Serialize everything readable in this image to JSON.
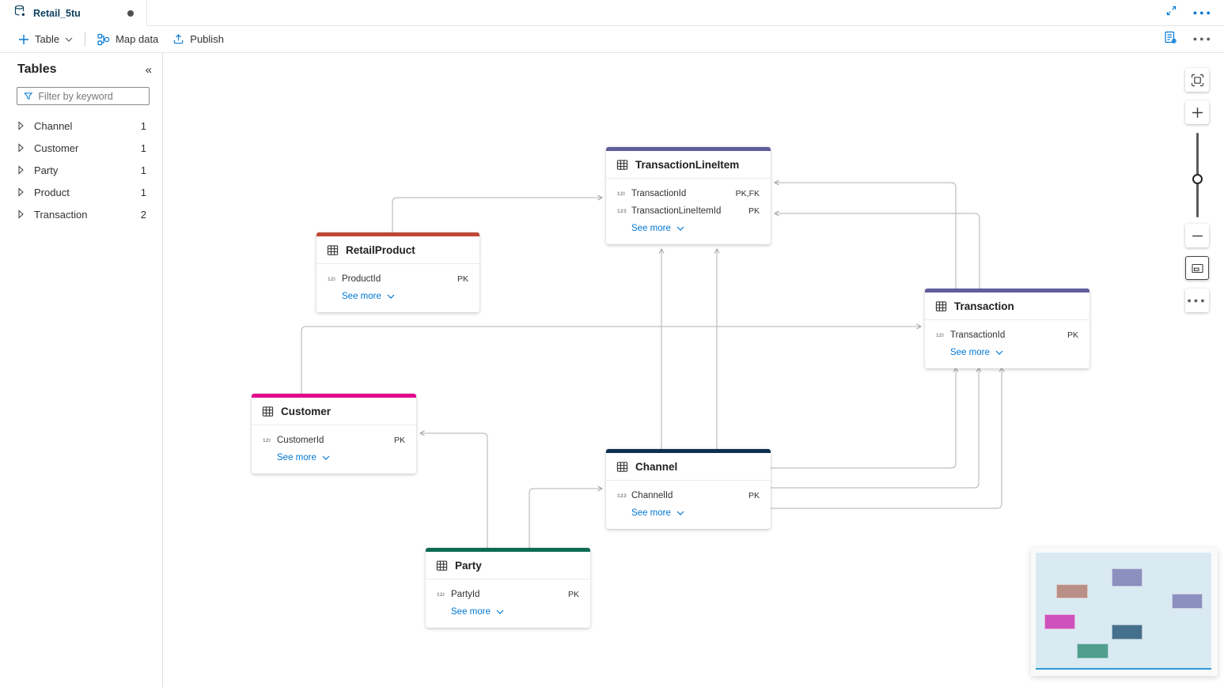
{
  "tab": {
    "title": "Retail_5tu",
    "modified": true
  },
  "toolbar": {
    "table": "Table",
    "map_data": "Map data",
    "publish": "Publish"
  },
  "sidebar": {
    "title": "Tables",
    "collapse_icon": "«",
    "filter_placeholder": "Filter by keyword",
    "items": [
      {
        "label": "Channel",
        "count": "1"
      },
      {
        "label": "Customer",
        "count": "1"
      },
      {
        "label": "Party",
        "count": "1"
      },
      {
        "label": "Product",
        "count": "1"
      },
      {
        "label": "Transaction",
        "count": "2"
      }
    ]
  },
  "canvas": {
    "nodes": [
      {
        "title": "TransactionLineItem",
        "accent": "#605e9c",
        "see_more": "See more",
        "fields": [
          {
            "type_icon": "12l",
            "name": "TransactionId",
            "key": "PK,FK"
          },
          {
            "type_icon": "123",
            "name": "TransactionLineItemId",
            "key": "PK"
          }
        ]
      },
      {
        "title": "RetailProduct",
        "accent": "#bf4734",
        "see_more": "See more",
        "fields": [
          {
            "type_icon": "12l",
            "name": "ProductId",
            "key": "PK"
          }
        ]
      },
      {
        "title": "Transaction",
        "accent": "#605e9c",
        "see_more": "See more",
        "fields": [
          {
            "type_icon": "12l",
            "name": "TransactionId",
            "key": "PK"
          }
        ]
      },
      {
        "title": "Customer",
        "accent": "#e3008c",
        "see_more": "See more",
        "fields": [
          {
            "type_icon": "12l",
            "name": "CustomerId",
            "key": "PK"
          }
        ]
      },
      {
        "title": "Channel",
        "accent": "#0c3050",
        "see_more": "See more",
        "fields": [
          {
            "type_icon": "123",
            "name": "ChannelId",
            "key": "PK"
          }
        ]
      },
      {
        "title": "Party",
        "accent": "#0e6b52",
        "see_more": "See more",
        "fields": [
          {
            "type_icon": "12l",
            "name": "PartyId",
            "key": "PK"
          }
        ]
      }
    ]
  },
  "minimap": {
    "background": "#d9eaf3",
    "viewport_color": "#2e9bd6",
    "nodes": [
      {
        "name": "TransactionLineItem",
        "color": "#8b90bf"
      },
      {
        "name": "RetailProduct",
        "color": "#b98f88"
      },
      {
        "name": "Transaction",
        "color": "#8b90bf"
      },
      {
        "name": "Customer",
        "color": "#cd52bb"
      },
      {
        "name": "Channel",
        "color": "#44708d"
      },
      {
        "name": "Party",
        "color": "#4f9e8e"
      }
    ]
  }
}
